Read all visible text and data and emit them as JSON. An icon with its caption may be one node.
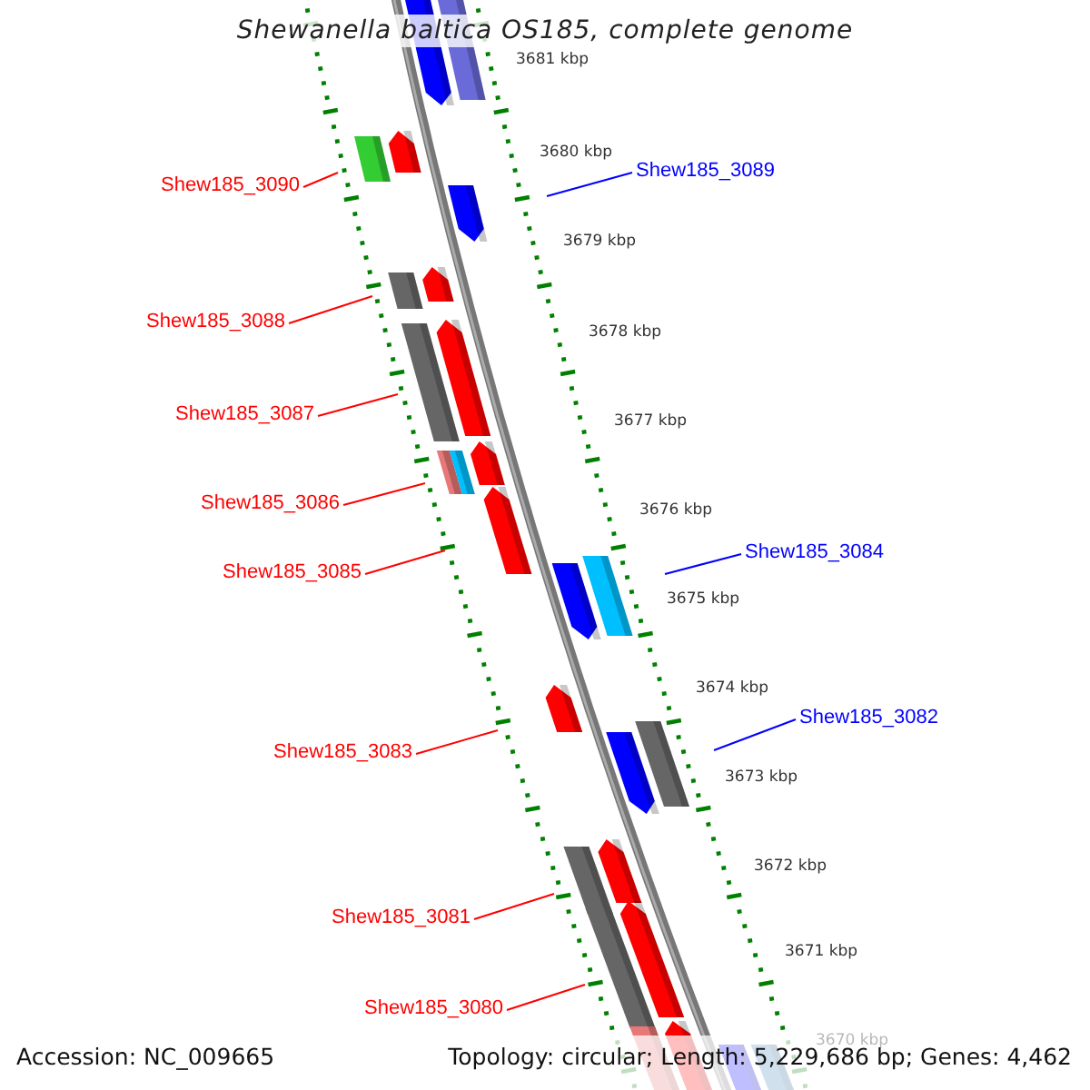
{
  "diagram": {
    "title": "Shewanella baltica OS185, complete genome",
    "nodes": [
      {
        "text": [
          "Shew185_3089"
        ]
      },
      {
        "text": [
          "Shew185_3090"
        ]
      },
      {
        "text": [
          "Shew185_3088"
        ]
      },
      {
        "text": [
          "Shew185_3087"
        ]
      },
      {
        "text": [
          "Shew185_3086"
        ]
      },
      {
        "text": [
          "Shew185_3084"
        ]
      },
      {
        "text": [
          "Shew185_3085"
        ]
      },
      {
        "text": [
          "Shew185_3082"
        ]
      },
      {
        "text": [
          "Shew185_3083"
        ]
      },
      {
        "text": [
          "Shew185_3081"
        ]
      },
      {
        "text": [
          "Shew185_3080"
        ]
      }
    ],
    "edges": [
      {
        "from": 0,
        "to": null,
        "arrow": "none",
        "color": "#0000ff"
      },
      {
        "from": 1,
        "to": null,
        "arrow": "none"
      },
      {
        "from": 2,
        "to": null,
        "arrow": "none"
      },
      {
        "from": 3,
        "to": null,
        "arrow": "none"
      },
      {
        "from": 4,
        "to": null,
        "arrow": "none"
      },
      {
        "from": 5,
        "to": null,
        "arrow": "none",
        "color": "#0000ff"
      },
      {
        "from": 6,
        "to": null,
        "arrow": "none"
      },
      {
        "from": 7,
        "to": null,
        "arrow": "none",
        "color": "#0000ff"
      },
      {
        "from": 8,
        "to": null,
        "arrow": "none"
      },
      {
        "from": 9,
        "to": null,
        "arrow": "none"
      },
      {
        "from": 10,
        "to": null,
        "arrow": "none"
      }
    ],
    "labels": [
      "3681 kbp",
      "3680 kbp",
      "3679 kbp",
      "3678 kbp",
      "3677 kbp",
      "3676 kbp",
      "3675 kbp",
      "3674 kbp",
      "3673 kbp",
      "3672 kbp",
      "3671 kbp",
      "3670 kbp",
      "Accession: NC_009665",
      "Topology: circular; Length: 5,229,686 bp; Genes: 4,462"
    ]
  }
}
